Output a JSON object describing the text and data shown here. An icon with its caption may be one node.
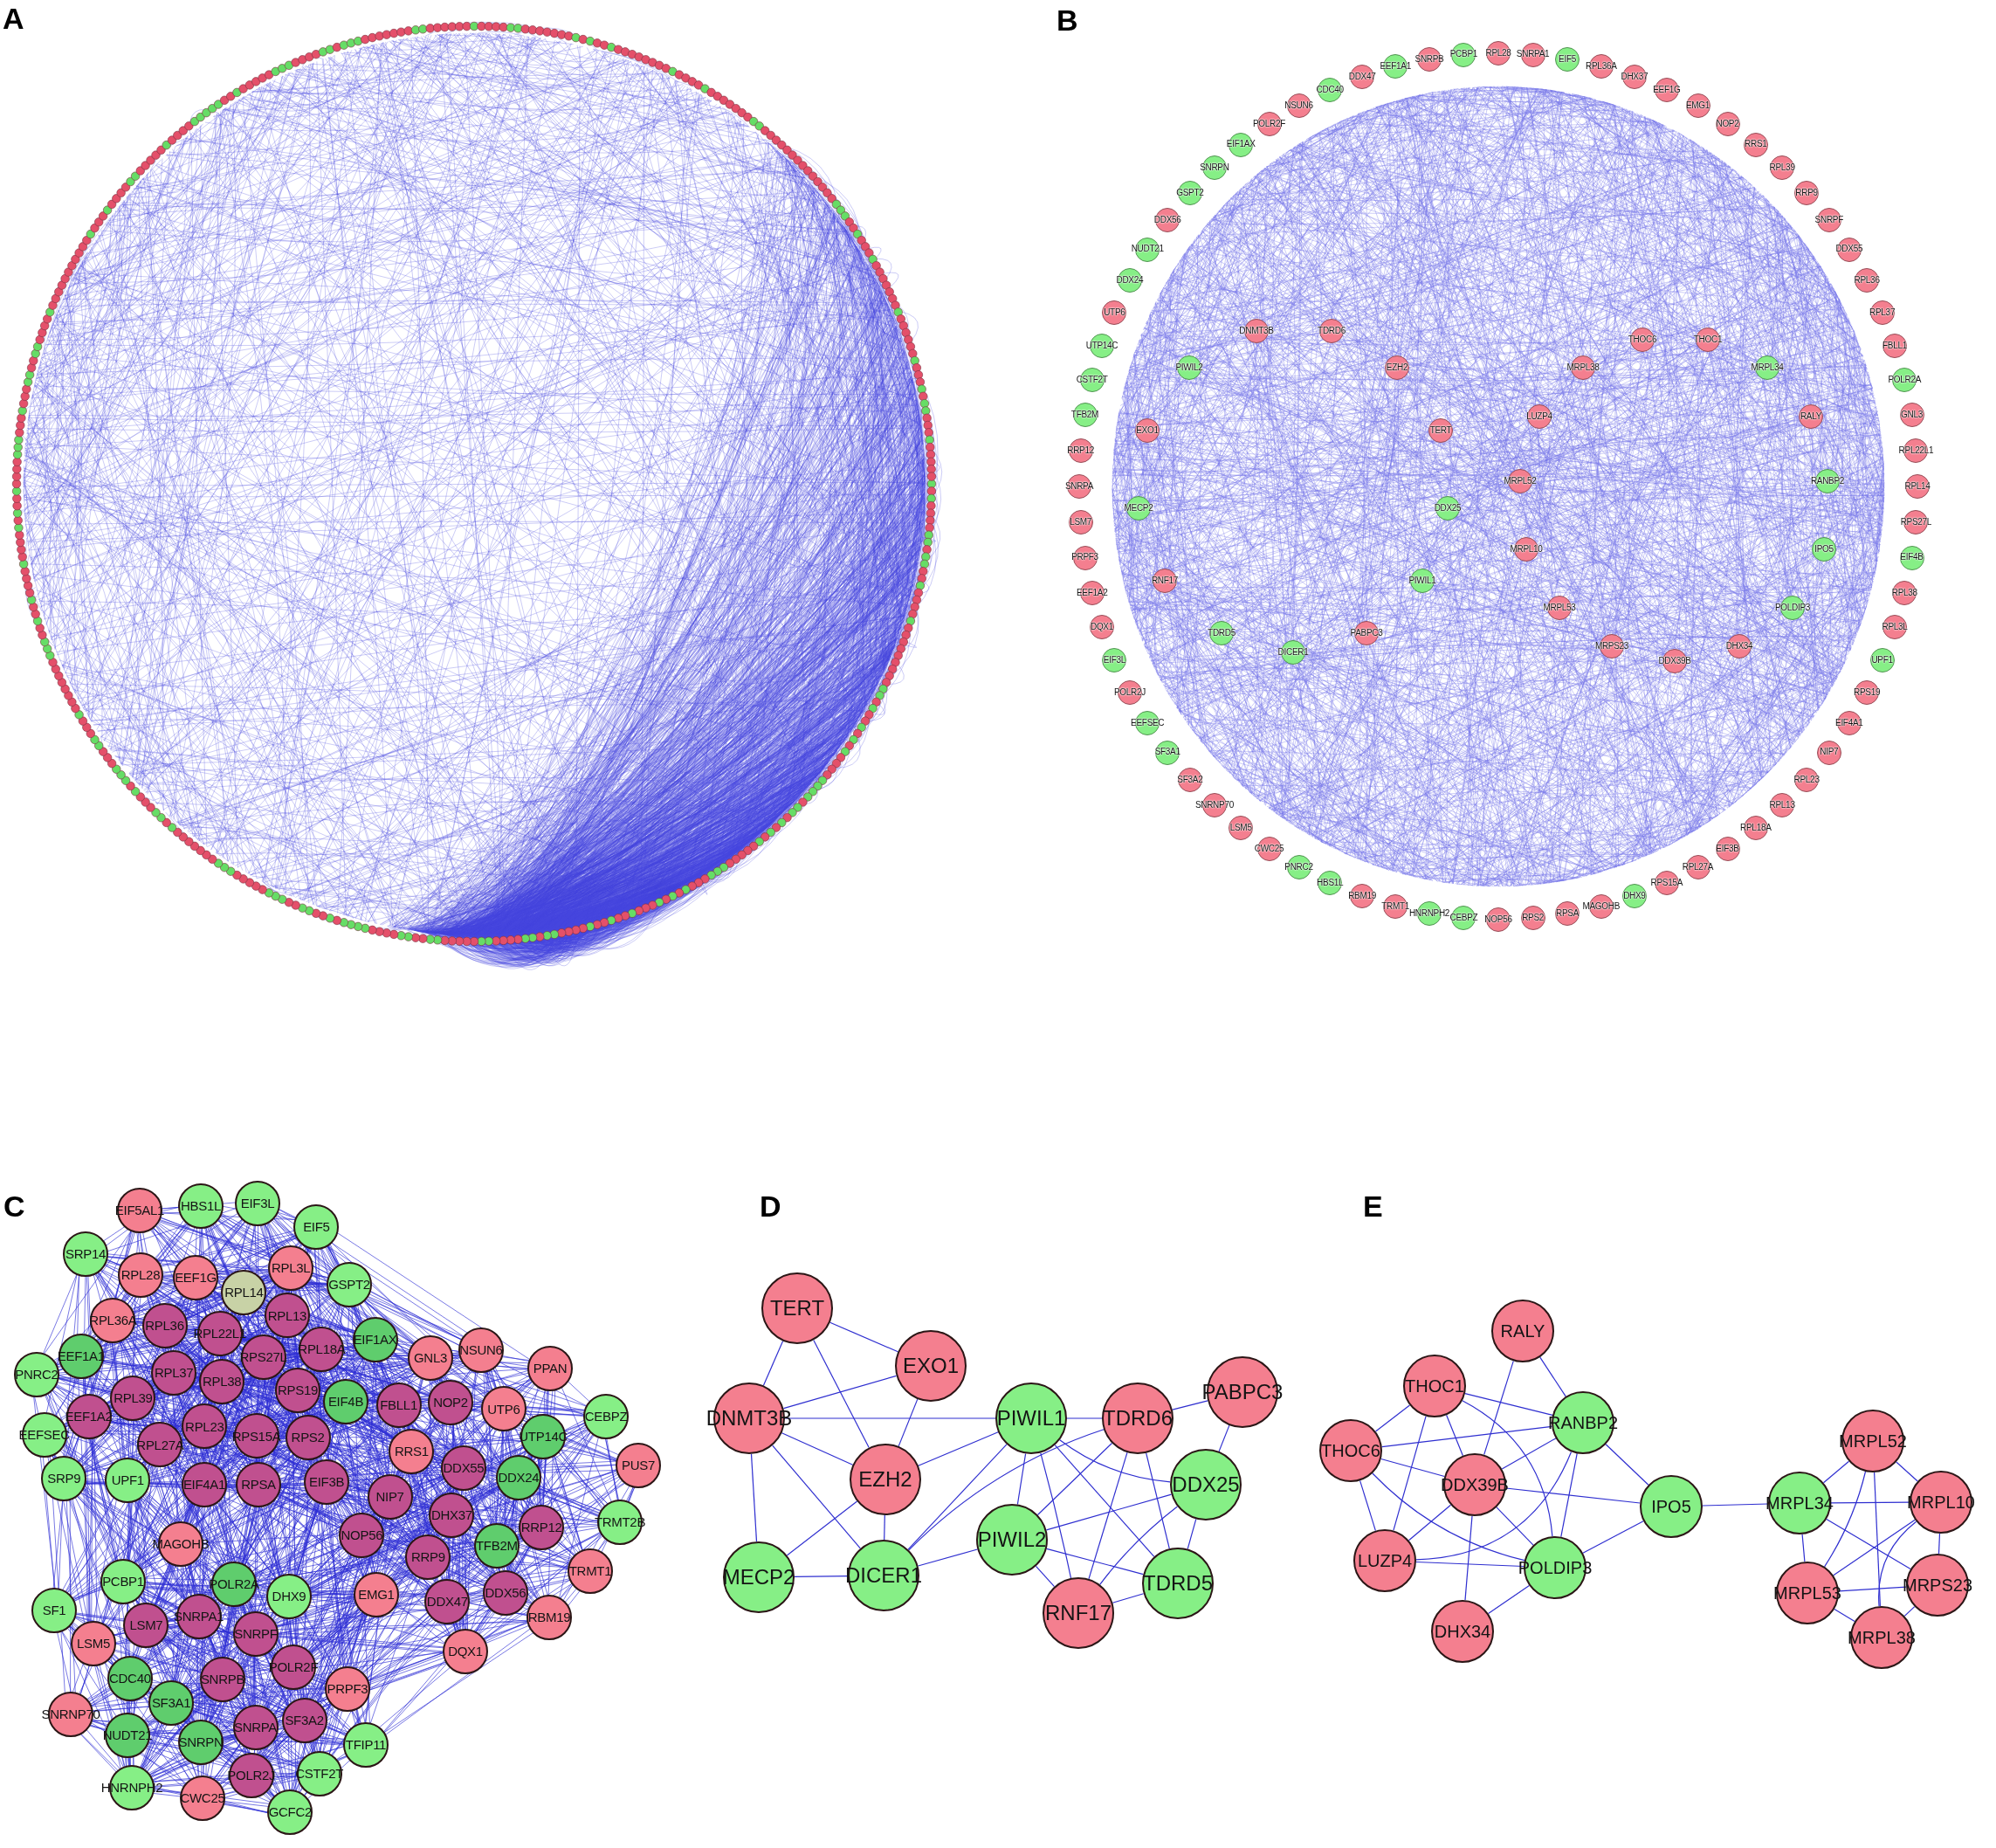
{
  "diagram": {
    "nodes": [
      {
        "text": [
          "RPL28"
        ]
      },
      {
        "text": [
          "SNRPA1"
        ]
      },
      {
        "text": [
          "EIF5"
        ]
      },
      {
        "text": [
          "RPL36A"
        ]
      },
      {
        "text": [
          "DHX37"
        ]
      },
      {
        "text": [
          "EEF1G"
        ]
      },
      {
        "text": [
          "EMG1"
        ]
      },
      {
        "text": [
          "NOP2"
        ]
      },
      {
        "text": [
          "RRS1"
        ]
      },
      {
        "text": [
          "RPL39"
        ]
      },
      {
        "text": [
          "RRP9"
        ]
      },
      {
        "text": [
          "SNRPF"
        ]
      },
      {
        "text": [
          "DDX55"
        ]
      },
      {
        "text": [
          "RPL36"
        ]
      },
      {
        "text": [
          "RPL37"
        ]
      },
      {
        "text": [
          "FBLL1"
        ]
      },
      {
        "text": [
          "POLR2A"
        ]
      },
      {
        "text": [
          "GNL3"
        ]
      },
      {
        "text": [
          "RPL22L1"
        ]
      },
      {
        "text": [
          "RPL14"
        ]
      },
      {
        "text": [
          "RPS27L"
        ]
      },
      {
        "text": [
          "EIF4B"
        ]
      },
      {
        "text": [
          "RPL38"
        ]
      },
      {
        "text": [
          "RPL3L"
        ]
      },
      {
        "text": [
          "UPF1"
        ]
      },
      {
        "text": [
          "RPS19"
        ]
      },
      {
        "text": [
          "EIF4A1"
        ]
      },
      {
        "text": [
          "NIP7"
        ]
      },
      {
        "text": [
          "RPL23"
        ]
      },
      {
        "text": [
          "RPL13"
        ]
      },
      {
        "text": [
          "RPL18A"
        ]
      },
      {
        "text": [
          "EIF3B"
        ]
      },
      {
        "text": [
          "RPL27A"
        ]
      },
      {
        "text": [
          "RPS15A"
        ]
      },
      {
        "text": [
          "DHX9"
        ]
      },
      {
        "text": [
          "MAGOHB"
        ]
      },
      {
        "text": [
          "RPSA"
        ]
      },
      {
        "text": [
          "RPS2"
        ]
      },
      {
        "text": [
          "NOP56"
        ]
      },
      {
        "text": [
          "CEBPZ"
        ]
      },
      {
        "text": [
          "HNRNPH2"
        ]
      },
      {
        "text": [
          "TRMT1"
        ]
      },
      {
        "text": [
          "RBM19"
        ]
      },
      {
        "text": [
          "HBS1L"
        ]
      },
      {
        "text": [
          "PNRC2"
        ]
      },
      {
        "text": [
          "CWC25"
        ]
      },
      {
        "text": [
          "LSM5"
        ]
      },
      {
        "text": [
          "SNRNP70"
        ]
      },
      {
        "text": [
          "SF3A2"
        ]
      },
      {
        "text": [
          "SF3A1"
        ]
      },
      {
        "text": [
          "EEFSEC"
        ]
      },
      {
        "text": [
          "POLR2J"
        ]
      },
      {
        "text": [
          "EIF3L"
        ]
      },
      {
        "text": [
          "DQX1"
        ]
      },
      {
        "text": [
          "EEF1A2"
        ]
      },
      {
        "text": [
          "PRPF3"
        ]
      },
      {
        "text": [
          "LSM7"
        ]
      },
      {
        "text": [
          "SNRPA"
        ]
      },
      {
        "text": [
          "RRP12"
        ]
      },
      {
        "text": [
          "TFB2M"
        ]
      },
      {
        "text": [
          "CSTF2T"
        ]
      },
      {
        "text": [
          "UTP14C"
        ]
      },
      {
        "text": [
          "UTP6"
        ]
      },
      {
        "text": [
          "DDX24"
        ]
      },
      {
        "text": [
          "NUDT21"
        ]
      },
      {
        "text": [
          "DDX56"
        ]
      },
      {
        "text": [
          "GSPT2"
        ]
      },
      {
        "text": [
          "SNRPN"
        ]
      },
      {
        "text": [
          "EIF1AX"
        ]
      },
      {
        "text": [
          "POLR2F"
        ]
      },
      {
        "text": [
          "NSUN6"
        ]
      },
      {
        "text": [
          "CDC40"
        ]
      },
      {
        "text": [
          "DDX47"
        ]
      },
      {
        "text": [
          "EEF1A1"
        ]
      },
      {
        "text": [
          "SNRPB"
        ]
      },
      {
        "text": [
          "PCBP1"
        ]
      },
      {
        "text": [
          "DNMT3B"
        ]
      },
      {
        "text": [
          "TDRD6"
        ]
      },
      {
        "text": [
          "THOC6"
        ]
      },
      {
        "text": [
          "THOC1"
        ]
      },
      {
        "text": [
          "PIWIL2"
        ]
      },
      {
        "text": [
          "EZH2"
        ]
      },
      {
        "text": [
          "MRPL38"
        ]
      },
      {
        "text": [
          "MRPL34"
        ]
      },
      {
        "text": [
          "LUZP4"
        ]
      },
      {
        "text": [
          "RALY"
        ]
      },
      {
        "text": [
          "EXO1"
        ]
      },
      {
        "text": [
          "TERT"
        ]
      },
      {
        "text": [
          "MRPL52"
        ]
      },
      {
        "text": [
          "RANBP2"
        ]
      },
      {
        "text": [
          "MECP2"
        ]
      },
      {
        "text": [
          "DDX25"
        ]
      },
      {
        "text": [
          "MRPL10"
        ]
      },
      {
        "text": [
          "IPO5"
        ]
      },
      {
        "text": [
          "RNF17"
        ]
      },
      {
        "text": [
          "PIWIL1"
        ]
      },
      {
        "text": [
          "MRPL53"
        ]
      },
      {
        "text": [
          "POLDIP3"
        ]
      },
      {
        "text": [
          "TDRD5"
        ]
      },
      {
        "text": [
          "PABPC3"
        ]
      },
      {
        "text": [
          "MRPS23"
        ]
      },
      {
        "text": [
          "DHX34"
        ]
      },
      {
        "text": [
          "DICER1"
        ]
      },
      {
        "text": [
          "DDX39B"
        ]
      },
      {
        "text": [
          "EIF5AL1"
        ]
      },
      {
        "text": [
          "HBS1L"
        ]
      },
      {
        "text": [
          "EIF3L"
        ]
      },
      {
        "text": [
          "EIF5"
        ]
      },
      {
        "text": [
          "SRP14"
        ]
      },
      {
        "text": [
          "RPL28"
        ]
      },
      {
        "text": [
          "EEF1G"
        ]
      },
      {
        "text": [
          "RPL14"
        ]
      },
      {
        "text": [
          "RPL3L"
        ]
      },
      {
        "text": [
          "GSPT2"
        ]
      },
      {
        "text": [
          "RPL36A"
        ]
      },
      {
        "text": [
          "RPL36"
        ]
      },
      {
        "text": [
          "RPL22L1"
        ]
      },
      {
        "text": [
          "RPL13"
        ]
      },
      {
        "text": [
          "EIF1AX"
        ]
      },
      {
        "text": [
          "EEF1A1"
        ]
      },
      {
        "text": [
          "PNRC2"
        ]
      },
      {
        "text": [
          "RPL18A"
        ]
      },
      {
        "text": [
          "RPS27L"
        ]
      },
      {
        "text": [
          "RPL37"
        ]
      },
      {
        "text": [
          "GNL3"
        ]
      },
      {
        "text": [
          "NSUN6"
        ]
      },
      {
        "text": [
          "PPAN"
        ]
      },
      {
        "text": [
          "RPL39"
        ]
      },
      {
        "text": [
          "RPL38"
        ]
      },
      {
        "text": [
          "RPS19"
        ]
      },
      {
        "text": [
          "EIF4B"
        ]
      },
      {
        "text": [
          "FBLL1"
        ]
      },
      {
        "text": [
          "NOP2"
        ]
      },
      {
        "text": [
          "UTP6"
        ]
      },
      {
        "text": [
          "CEBPZ"
        ]
      },
      {
        "text": [
          "EEF1A2"
        ]
      },
      {
        "text": [
          "EEFSEC"
        ]
      },
      {
        "text": [
          "RPL23"
        ]
      },
      {
        "text": [
          "RPL27A"
        ]
      },
      {
        "text": [
          "RPS15A"
        ]
      },
      {
        "text": [
          "RPS2"
        ]
      },
      {
        "text": [
          "UTP14C"
        ]
      },
      {
        "text": [
          "RRS1"
        ]
      },
      {
        "text": [
          "SRP9"
        ]
      },
      {
        "text": [
          "UPF1"
        ]
      },
      {
        "text": [
          "EIF4A1"
        ]
      },
      {
        "text": [
          "RPSA"
        ]
      },
      {
        "text": [
          "EIF3B"
        ]
      },
      {
        "text": [
          "DDX55"
        ]
      },
      {
        "text": [
          "DDX24"
        ]
      },
      {
        "text": [
          "PUS7"
        ]
      },
      {
        "text": [
          "NIP7"
        ]
      },
      {
        "text": [
          "DHX37"
        ]
      },
      {
        "text": [
          "TRMT2B"
        ]
      },
      {
        "text": [
          "NOP56"
        ]
      },
      {
        "text": [
          "RRP12"
        ]
      },
      {
        "text": [
          "TFB2M"
        ]
      },
      {
        "text": [
          "MAGOHB"
        ]
      },
      {
        "text": [
          "RRP9"
        ]
      },
      {
        "text": [
          "TRMT1"
        ]
      },
      {
        "text": [
          "PCBP1"
        ]
      },
      {
        "text": [
          "POLR2A"
        ]
      },
      {
        "text": [
          "DHX9"
        ]
      },
      {
        "text": [
          "EMG1"
        ]
      },
      {
        "text": [
          "DDX47"
        ]
      },
      {
        "text": [
          "DDX56"
        ]
      },
      {
        "text": [
          "SF1"
        ]
      },
      {
        "text": [
          "RBM19"
        ]
      },
      {
        "text": [
          "SNRPA1"
        ]
      },
      {
        "text": [
          "LSM7"
        ]
      },
      {
        "text": [
          "SNRPF"
        ]
      },
      {
        "text": [
          "LSM5"
        ]
      },
      {
        "text": [
          "DQX1"
        ]
      },
      {
        "text": [
          "POLR2F"
        ]
      },
      {
        "text": [
          "CDC40"
        ]
      },
      {
        "text": [
          "SNRPB"
        ]
      },
      {
        "text": [
          "PRPF3"
        ]
      },
      {
        "text": [
          "SF3A1"
        ]
      },
      {
        "text": [
          "SNRNP70"
        ]
      },
      {
        "text": [
          "NUDT21"
        ]
      },
      {
        "text": [
          "SF3A2"
        ]
      },
      {
        "text": [
          "SNRPA"
        ]
      },
      {
        "text": [
          "SNRPN"
        ]
      },
      {
        "text": [
          "TFIP11"
        ]
      },
      {
        "text": [
          "POLR2J"
        ]
      },
      {
        "text": [
          "CSTF2T"
        ]
      },
      {
        "text": [
          "HNRNPH2"
        ]
      },
      {
        "text": [
          "CWC25"
        ]
      },
      {
        "text": [
          "GCFC2"
        ]
      },
      {
        "text": [
          "TERT"
        ]
      },
      {
        "text": [
          "EXO1"
        ]
      },
      {
        "text": [
          "DNMT3B"
        ]
      },
      {
        "text": [
          "PIWIL1"
        ]
      },
      {
        "text": [
          "TDRD6"
        ]
      },
      {
        "text": [
          "PABPC3"
        ]
      },
      {
        "text": [
          "EZH2"
        ]
      },
      {
        "text": [
          "DDX25"
        ]
      },
      {
        "text": [
          "PIWIL2"
        ]
      },
      {
        "text": [
          "MECP2"
        ]
      },
      {
        "text": [
          "DICER1"
        ]
      },
      {
        "text": [
          "TDRD5"
        ]
      },
      {
        "text": [
          "RNF17"
        ]
      },
      {
        "text": [
          "RALY"
        ]
      },
      {
        "text": [
          "THOC1"
        ]
      },
      {
        "text": [
          "RANBP2"
        ]
      },
      {
        "text": [
          "THOC6"
        ]
      },
      {
        "text": [
          "DDX39B"
        ]
      },
      {
        "text": [
          "IPO5"
        ]
      },
      {
        "text": [
          "LUZP4"
        ]
      },
      {
        "text": [
          "POLDIP3"
        ]
      },
      {
        "text": [
          "DHX34"
        ]
      },
      {
        "text": [
          "MRPL52"
        ]
      },
      {
        "text": [
          "MRPL34"
        ]
      },
      {
        "text": [
          "MRPL10"
        ]
      },
      {
        "text": [
          "MRPL53"
        ]
      },
      {
        "text": [
          "MRPS23"
        ]
      },
      {
        "text": [
          "MRPL38"
        ]
      }
    ],
    "edges": [
      {
        "from": 189,
        "to": 190,
        "arrow": "none"
      },
      {
        "from": 189,
        "to": 191,
        "arrow": "none"
      },
      {
        "from": 189,
        "to": 195,
        "arrow": "none"
      },
      {
        "from": 190,
        "to": 191,
        "arrow": "none"
      },
      {
        "from": 190,
        "to": 195,
        "arrow": "none"
      },
      {
        "from": 191,
        "to": 192,
        "arrow": "none"
      },
      {
        "from": 191,
        "to": 195,
        "arrow": "none"
      },
      {
        "from": 191,
        "to": 198,
        "arrow": "none"
      },
      {
        "from": 191,
        "to": 199,
        "arrow": "none"
      },
      {
        "from": 195,
        "to": 192,
        "arrow": "none"
      },
      {
        "from": 195,
        "to": 199,
        "arrow": "none"
      },
      {
        "from": 195,
        "to": 198,
        "arrow": "none"
      },
      {
        "from": 198,
        "to": 199,
        "arrow": "none"
      },
      {
        "from": 199,
        "to": 192,
        "arrow": "none"
      },
      {
        "from": 199,
        "to": 197,
        "arrow": "none"
      },
      {
        "from": 199,
        "to": 193,
        "arrow": "none"
      },
      {
        "from": 192,
        "to": 193,
        "arrow": "none"
      },
      {
        "from": 192,
        "to": 197,
        "arrow": "none"
      },
      {
        "from": 192,
        "to": 196,
        "arrow": "none"
      },
      {
        "from": 192,
        "to": 200,
        "arrow": "none"
      },
      {
        "from": 192,
        "to": 201,
        "arrow": "none"
      },
      {
        "from": 193,
        "to": 194,
        "arrow": "none"
      },
      {
        "from": 193,
        "to": 197,
        "arrow": "none"
      },
      {
        "from": 193,
        "to": 201,
        "arrow": "none"
      },
      {
        "from": 193,
        "to": 200,
        "arrow": "none"
      },
      {
        "from": 194,
        "to": 196,
        "arrow": "none"
      },
      {
        "from": 196,
        "to": 197,
        "arrow": "none"
      },
      {
        "from": 196,
        "to": 201,
        "arrow": "none"
      },
      {
        "from": 196,
        "to": 200,
        "arrow": "none"
      },
      {
        "from": 197,
        "to": 201,
        "arrow": "none"
      },
      {
        "from": 197,
        "to": 200,
        "arrow": "none"
      },
      {
        "from": 201,
        "to": 200,
        "arrow": "none"
      },
      {
        "from": 202,
        "to": 204,
        "arrow": "none"
      },
      {
        "from": 202,
        "to": 206,
        "arrow": "none"
      },
      {
        "from": 203,
        "to": 205,
        "arrow": "none"
      },
      {
        "from": 203,
        "to": 204,
        "arrow": "none"
      },
      {
        "from": 203,
        "to": 206,
        "arrow": "none"
      },
      {
        "from": 203,
        "to": 208,
        "arrow": "none"
      },
      {
        "from": 203,
        "to": 209,
        "arrow": "none"
      },
      {
        "from": 205,
        "to": 204,
        "arrow": "none"
      },
      {
        "from": 205,
        "to": 206,
        "arrow": "none"
      },
      {
        "from": 205,
        "to": 208,
        "arrow": "none"
      },
      {
        "from": 205,
        "to": 209,
        "arrow": "none"
      },
      {
        "from": 206,
        "to": 204,
        "arrow": "none"
      },
      {
        "from": 206,
        "to": 207,
        "arrow": "none"
      },
      {
        "from": 206,
        "to": 209,
        "arrow": "none"
      },
      {
        "from": 206,
        "to": 208,
        "arrow": "none"
      },
      {
        "from": 206,
        "to": 210,
        "arrow": "none"
      },
      {
        "from": 208,
        "to": 204,
        "arrow": "none"
      },
      {
        "from": 208,
        "to": 209,
        "arrow": "none"
      },
      {
        "from": 204,
        "to": 207,
        "arrow": "none"
      },
      {
        "from": 204,
        "to": 209,
        "arrow": "none"
      },
      {
        "from": 209,
        "to": 207,
        "arrow": "none"
      },
      {
        "from": 209,
        "to": 210,
        "arrow": "none"
      },
      {
        "from": 207,
        "to": 212,
        "arrow": "none"
      },
      {
        "from": 212,
        "to": 211,
        "arrow": "none"
      },
      {
        "from": 212,
        "to": 213,
        "arrow": "none"
      },
      {
        "from": 212,
        "to": 214,
        "arrow": "none"
      },
      {
        "from": 212,
        "to": 215,
        "arrow": "none"
      },
      {
        "from": 211,
        "to": 213,
        "arrow": "none"
      },
      {
        "from": 211,
        "to": 214,
        "arrow": "none"
      },
      {
        "from": 211,
        "to": 216,
        "arrow": "none"
      },
      {
        "from": 213,
        "to": 214,
        "arrow": "none"
      },
      {
        "from": 213,
        "to": 216,
        "arrow": "none"
      },
      {
        "from": 213,
        "to": 215,
        "arrow": "none"
      },
      {
        "from": 214,
        "to": 215,
        "arrow": "none"
      },
      {
        "from": 214,
        "to": 216,
        "arrow": "none"
      },
      {
        "from": 215,
        "to": 216,
        "arrow": "none"
      }
    ],
    "labels": [
      "A",
      "B",
      "C",
      "D",
      "E"
    ]
  }
}
